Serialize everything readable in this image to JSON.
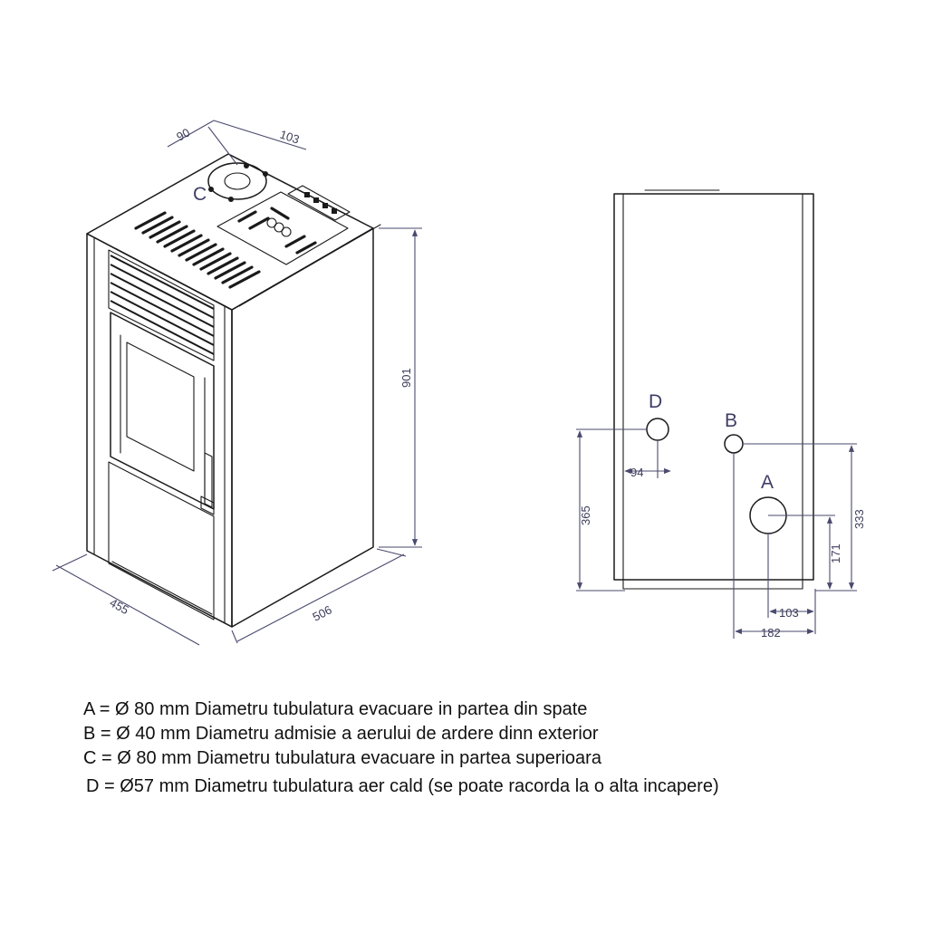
{
  "dimensions": {
    "top_offset_left": "90",
    "top_offset_right": "103",
    "height": "901",
    "width": "455",
    "depth": "506",
    "d_offset": "94",
    "d_height": "365",
    "b_height": "333",
    "a_height": "171",
    "a_offset": "103",
    "b_offset": "182"
  },
  "labels": {
    "a": "A",
    "b": "B",
    "c": "C",
    "d": "D"
  },
  "legend": [
    "A = Ø 80 mm Diametru tubulatura evacuare in partea din spate",
    "B = Ø 40 mm Diametru admisie a aerului de ardere dinn exterior",
    "C = Ø 80 mm Diametru tubulatura evacuare in partea superioara",
    "D = Ø57 mm Diametru tubulatura aer cald (se poate racorda la o alta incapere)"
  ],
  "colors": {
    "outline": "#1a1a1a",
    "dimension": "#4a4a6e",
    "letter": "#3e3e66"
  }
}
